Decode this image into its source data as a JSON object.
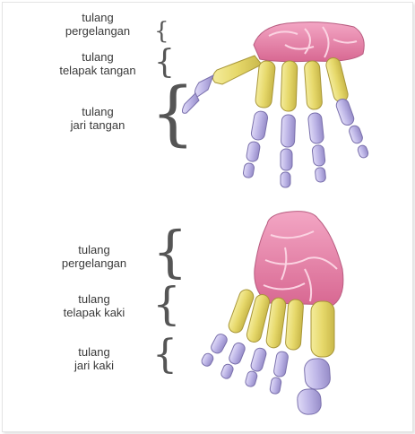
{
  "hand": {
    "carpals": {
      "line1": "tulang",
      "line2": "pergelangan"
    },
    "metacarpals": {
      "line1": "tulang",
      "line2": "telapak tangan"
    },
    "phalanges": {
      "line1": "tulang",
      "line2": "jari tangan"
    }
  },
  "foot": {
    "tarsals": {
      "line1": "tulang",
      "line2": "pergelangan"
    },
    "metatarsals": {
      "line1": "tulang",
      "line2": "telapak kaki"
    },
    "phalanges": {
      "line1": "tulang",
      "line2": "jari kaki"
    }
  },
  "colors": {
    "wrist_bones": "#e07fa3",
    "palm_bones": "#e3d77a",
    "finger_bones": "#b8b0e0",
    "brace": "#555555"
  }
}
